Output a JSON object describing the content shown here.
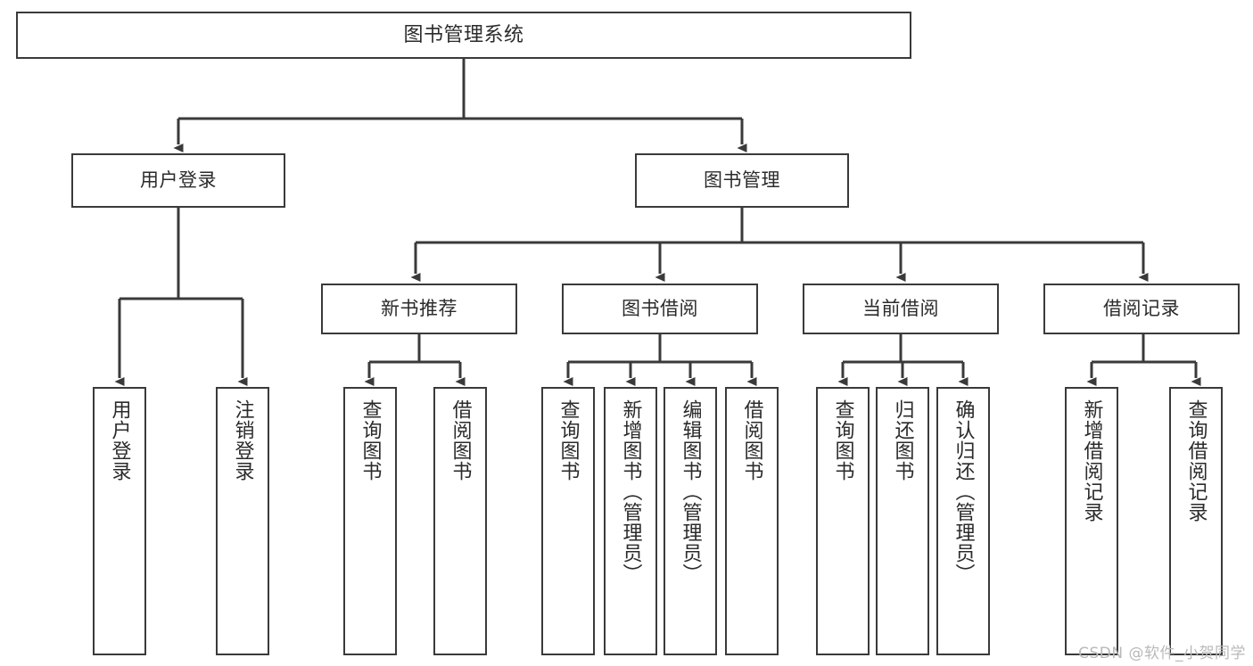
{
  "diagram": {
    "title": "图书管理系统",
    "type": "tree",
    "background": "#ffffff",
    "line_color": "#3a3a3a",
    "text_color": "#2b2b2b",
    "watermark": "CSDN @软件_小贺同学",
    "levels": {
      "level0": [
        {
          "id": "root",
          "label": "图书管理系统"
        }
      ],
      "level1": [
        {
          "id": "n-user-login",
          "label": "用户登录"
        },
        {
          "id": "n-book-manage",
          "label": "图书管理"
        }
      ],
      "level2": [
        {
          "id": "n-new-book-rec",
          "label": "新书推荐"
        },
        {
          "id": "n-book-borrow",
          "label": "图书借阅"
        },
        {
          "id": "n-current-borrow",
          "label": "当前借阅"
        },
        {
          "id": "n-borrow-record",
          "label": "借阅记录"
        }
      ],
      "level3": [
        {
          "id": "leaf-user-login",
          "label": "用户登录",
          "parent": "n-user-login"
        },
        {
          "id": "leaf-logout-login",
          "label": "注销登录",
          "parent": "n-user-login"
        },
        {
          "id": "leaf-query-book-1",
          "label": "查询图书",
          "parent": "n-new-book-rec"
        },
        {
          "id": "leaf-borrow-book-1",
          "label": "借阅图书",
          "parent": "n-new-book-rec"
        },
        {
          "id": "leaf-query-book-2",
          "label": "查询图书",
          "parent": "n-book-borrow"
        },
        {
          "id": "leaf-add-book",
          "label": "新增图书（管理员）",
          "parent": "n-book-borrow"
        },
        {
          "id": "leaf-edit-book",
          "label": "编辑图书（管理员）",
          "parent": "n-book-borrow"
        },
        {
          "id": "leaf-borrow-book-2",
          "label": "借阅图书",
          "parent": "n-book-borrow"
        },
        {
          "id": "leaf-query-book-3",
          "label": "查询图书",
          "parent": "n-current-borrow"
        },
        {
          "id": "leaf-return-book",
          "label": "归还图书",
          "parent": "n-current-borrow"
        },
        {
          "id": "leaf-confirm-return",
          "label": "确认归还（管理员）",
          "parent": "n-current-borrow"
        },
        {
          "id": "leaf-add-record",
          "label": "新增借阅记录",
          "parent": "n-borrow-record"
        },
        {
          "id": "leaf-query-record",
          "label": "查询借阅记录",
          "parent": "n-borrow-record"
        }
      ]
    }
  }
}
